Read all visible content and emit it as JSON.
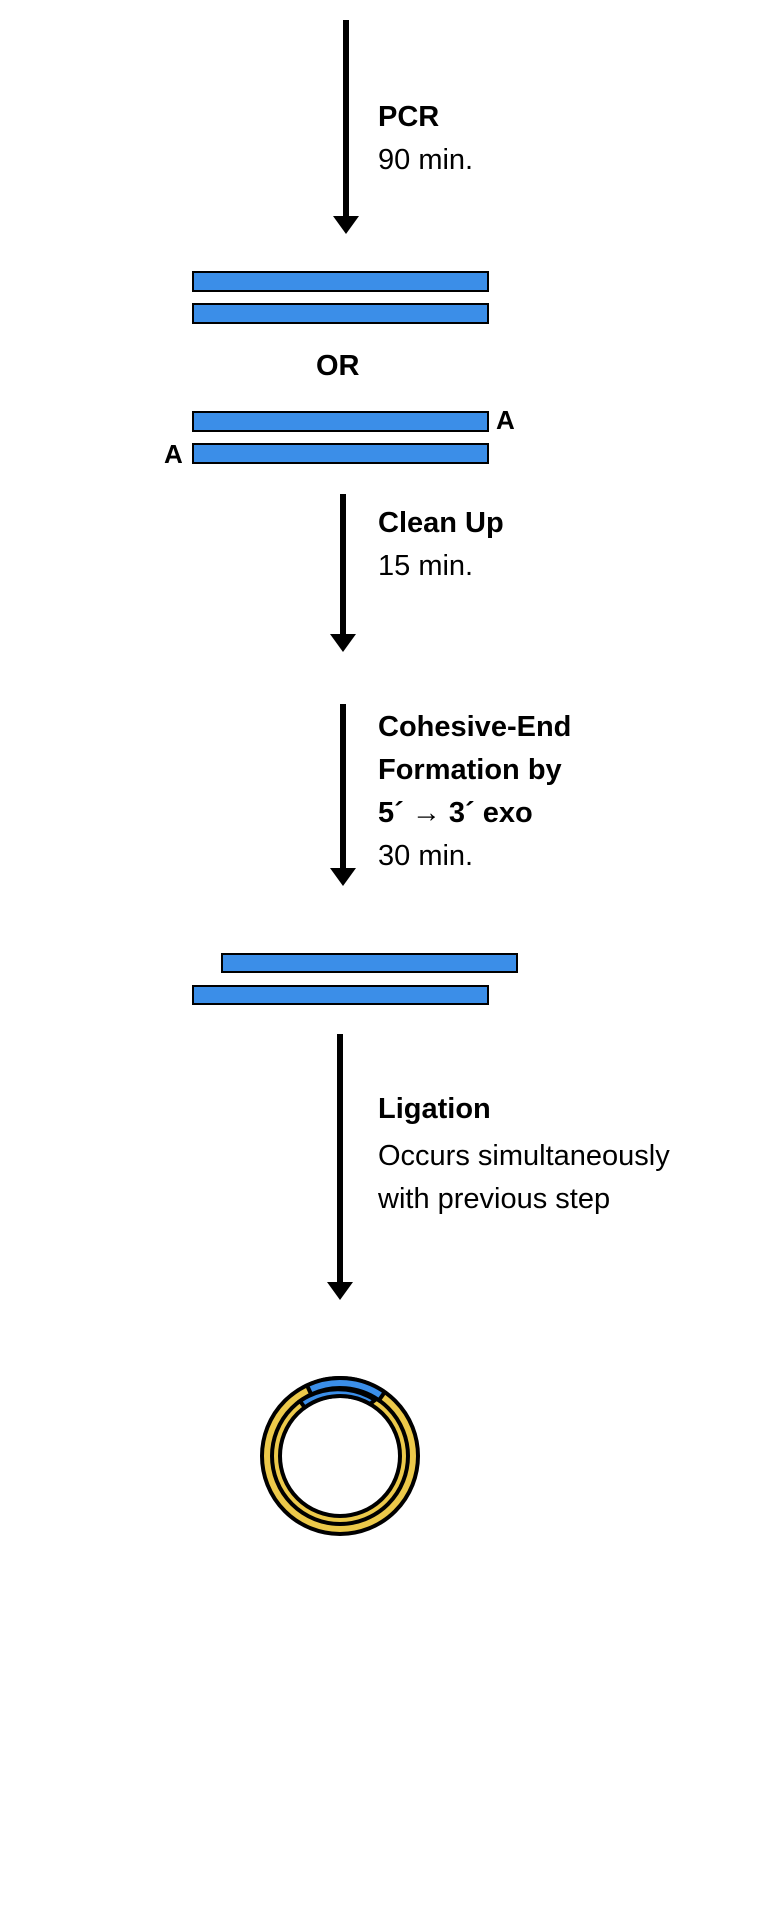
{
  "colors": {
    "dna_fill": "#3b8ee8",
    "plasmid_fill": "#ecc94a",
    "stroke": "#000000",
    "background": "#ffffff"
  },
  "steps": {
    "pcr": {
      "title": "PCR",
      "time": "90 min."
    },
    "cleanup": {
      "title": "Clean Up",
      "time": "15 min."
    },
    "cohesive": {
      "title_line1": "Cohesive-End",
      "title_line2": "Formation by",
      "title_line3": "5´ → 3´ exo",
      "time": "30 min."
    },
    "ligation": {
      "title": "Ligation",
      "note_line1": "Occurs simultaneously",
      "note_line2": "with previous step"
    }
  },
  "labels": {
    "or": "OR",
    "overhang_top": "A",
    "overhang_bottom": "A"
  }
}
